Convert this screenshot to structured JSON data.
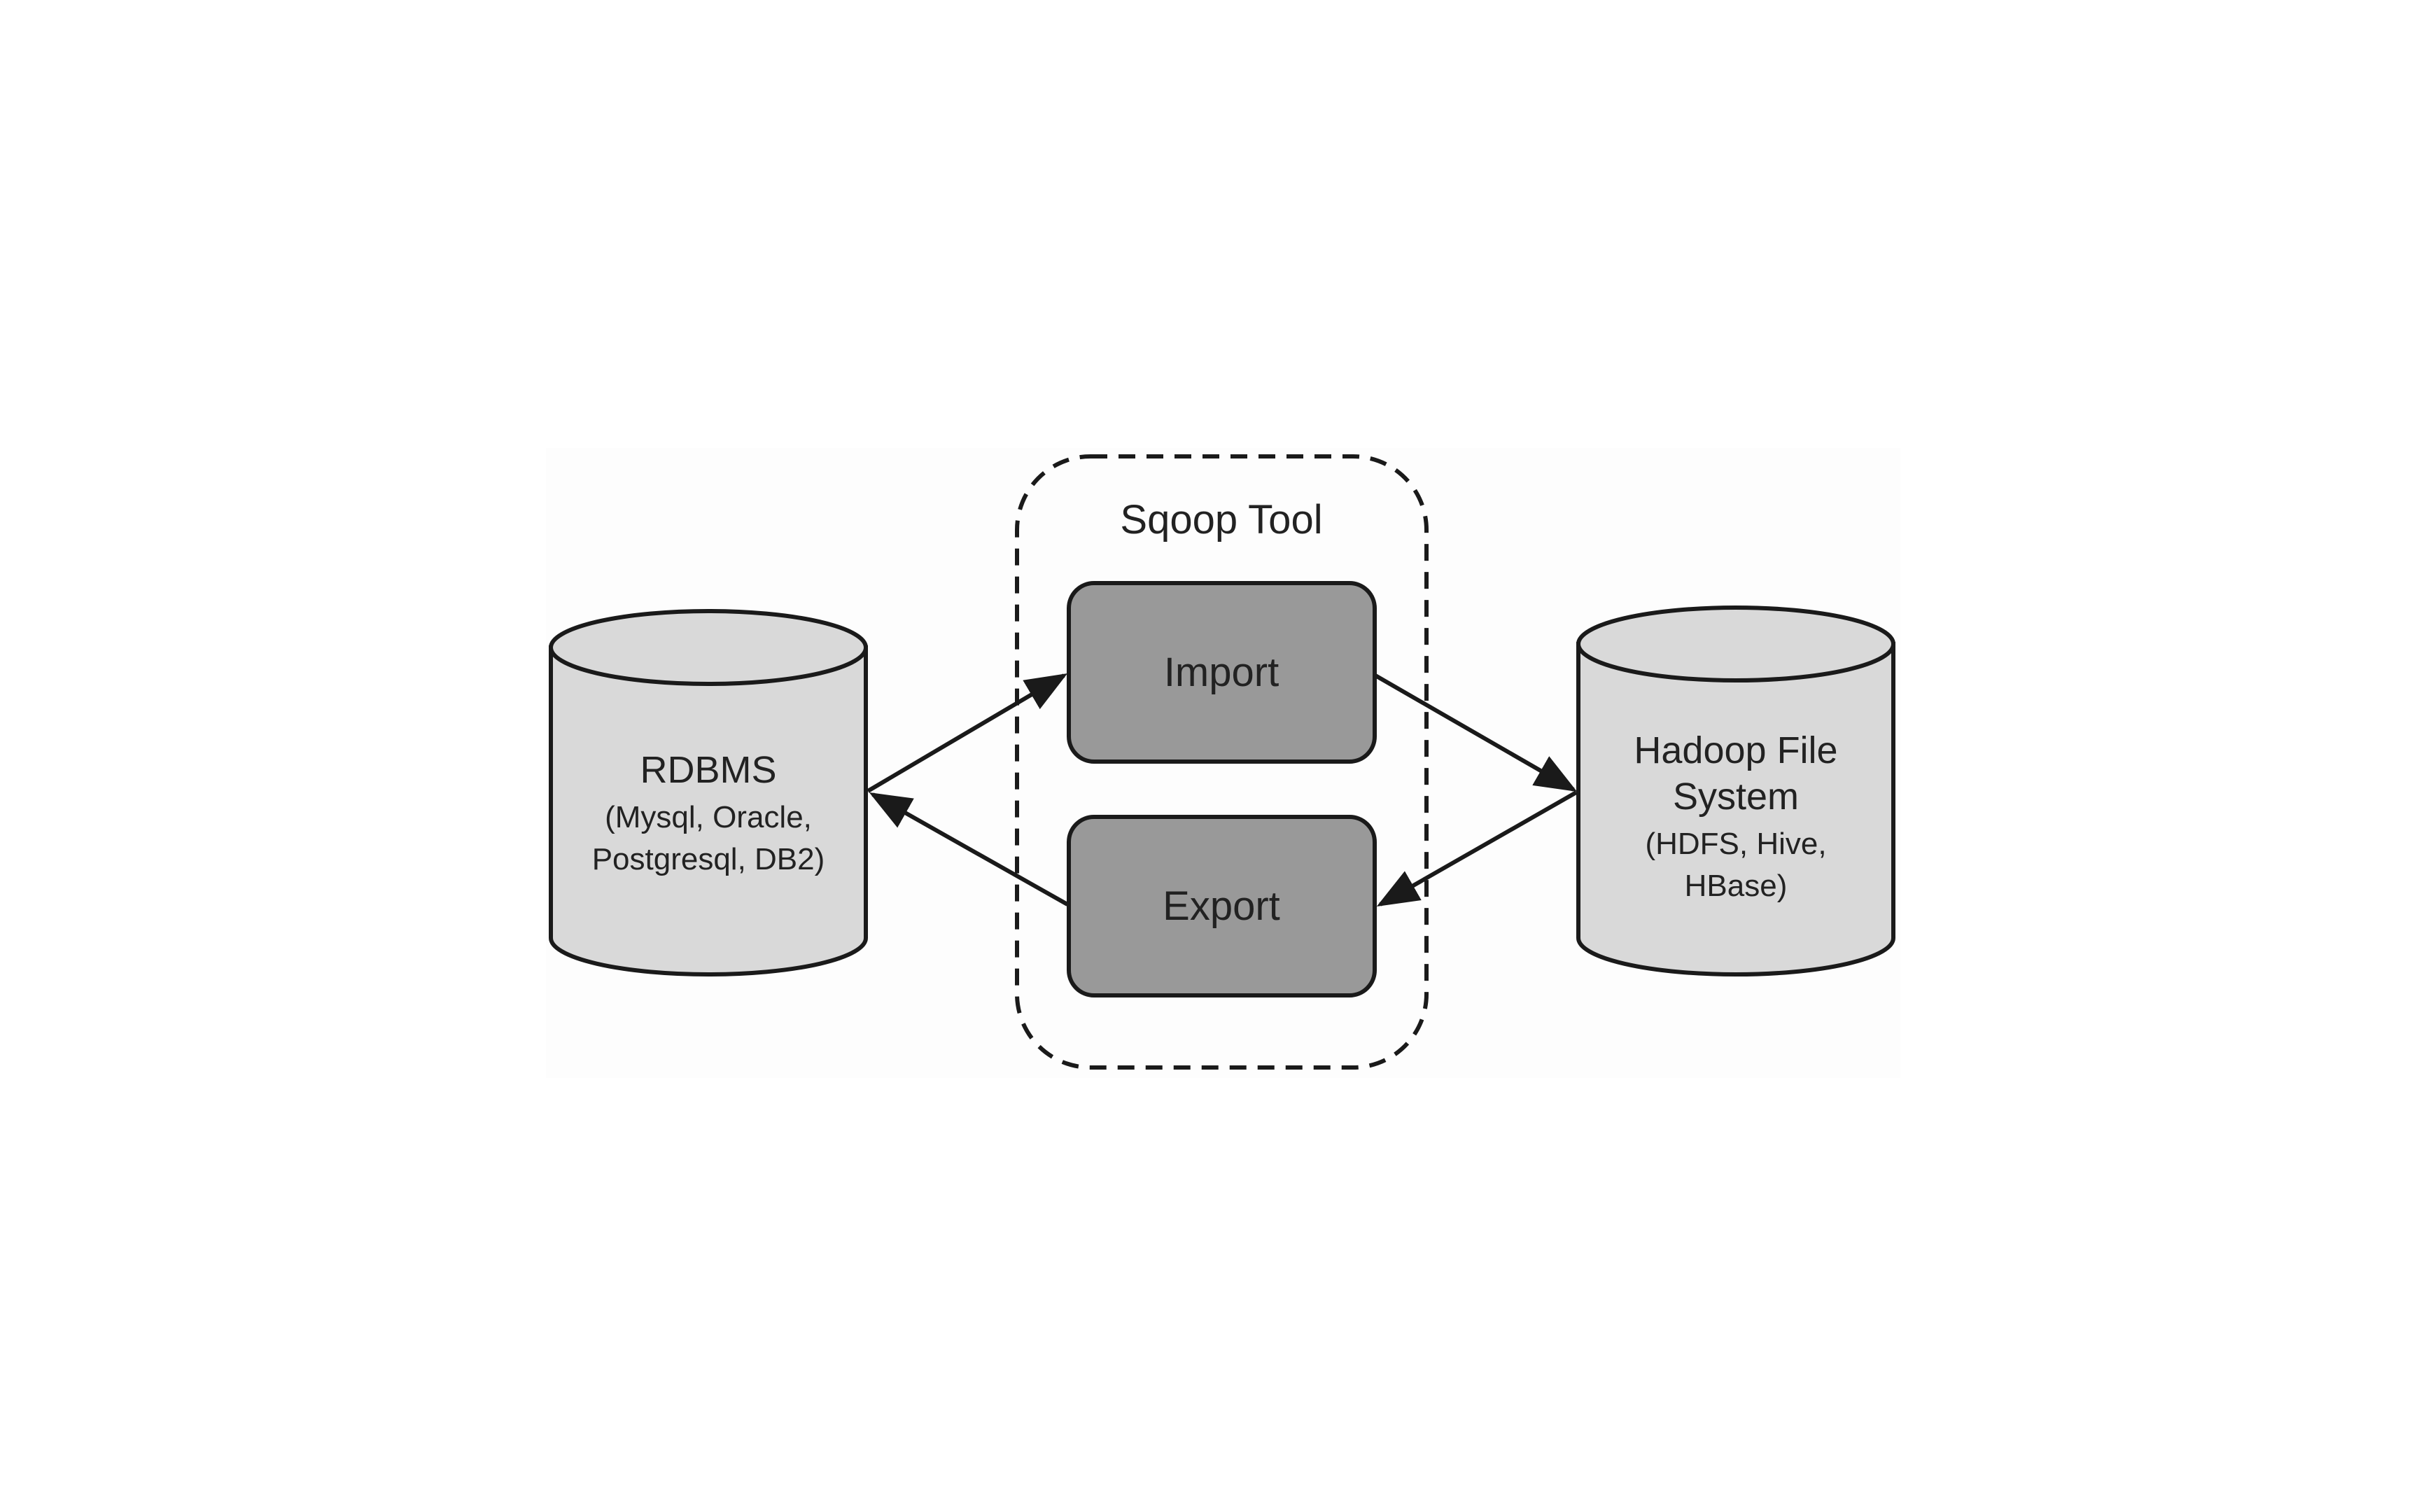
{
  "tool": {
    "title": "Sqoop Tool"
  },
  "operations": {
    "import_label": "Import",
    "export_label": "Export"
  },
  "rdbms": {
    "name": "RDBMS",
    "line1": "(Mysql, Oracle,",
    "line2": "Postgresql, DB2)"
  },
  "hadoop": {
    "name_line1": "Hadoop File",
    "name_line2": "System",
    "line1": "(HDFS, Hive,",
    "line2": "HBase)"
  },
  "colors": {
    "background": "#ffffff",
    "panel": "#fdfdfd",
    "cylinder_fill": "#d9d9d9",
    "box_fill": "#999999",
    "stroke": "#1a1a1a"
  }
}
